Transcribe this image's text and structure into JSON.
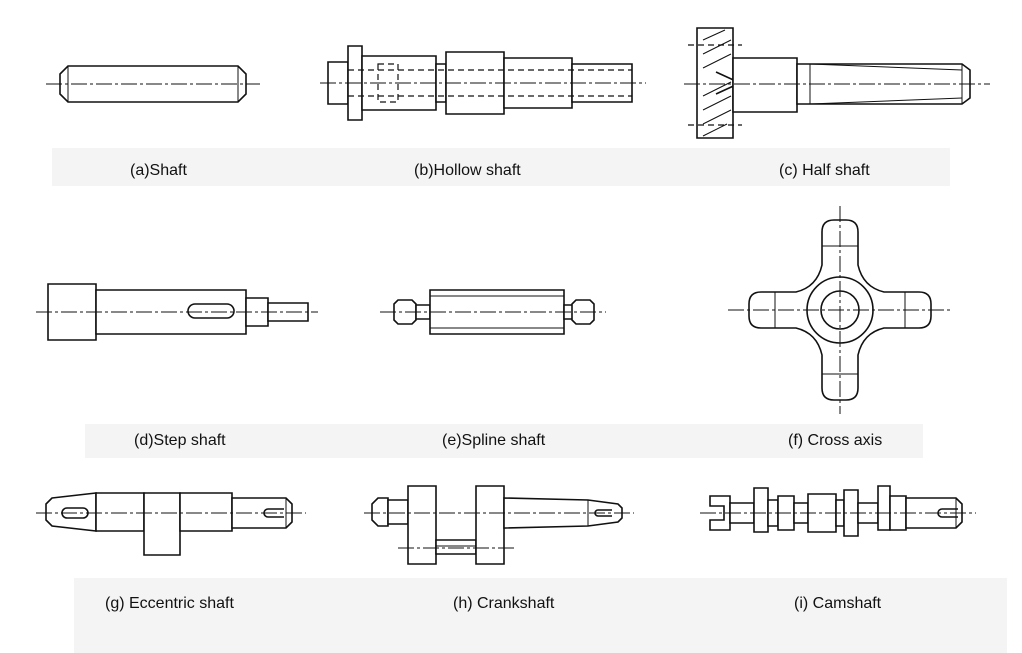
{
  "colors": {
    "line": "#111111",
    "band": "#f4f4f4",
    "background": "#ffffff"
  },
  "figures": [
    {
      "id": "a",
      "caption": "(a)Shaft"
    },
    {
      "id": "b",
      "caption": "(b)Hollow shaft"
    },
    {
      "id": "c",
      "caption": "(c) Half shaft"
    },
    {
      "id": "d",
      "caption": "(d)Step shaft"
    },
    {
      "id": "e",
      "caption": "(e)Spline shaft"
    },
    {
      "id": "f",
      "caption": "(f) Cross axis"
    },
    {
      "id": "g",
      "caption": "(g) Eccentric shaft"
    },
    {
      "id": "h",
      "caption": "(h) Crankshaft"
    },
    {
      "id": "i",
      "caption": "(i) Camshaft"
    }
  ]
}
